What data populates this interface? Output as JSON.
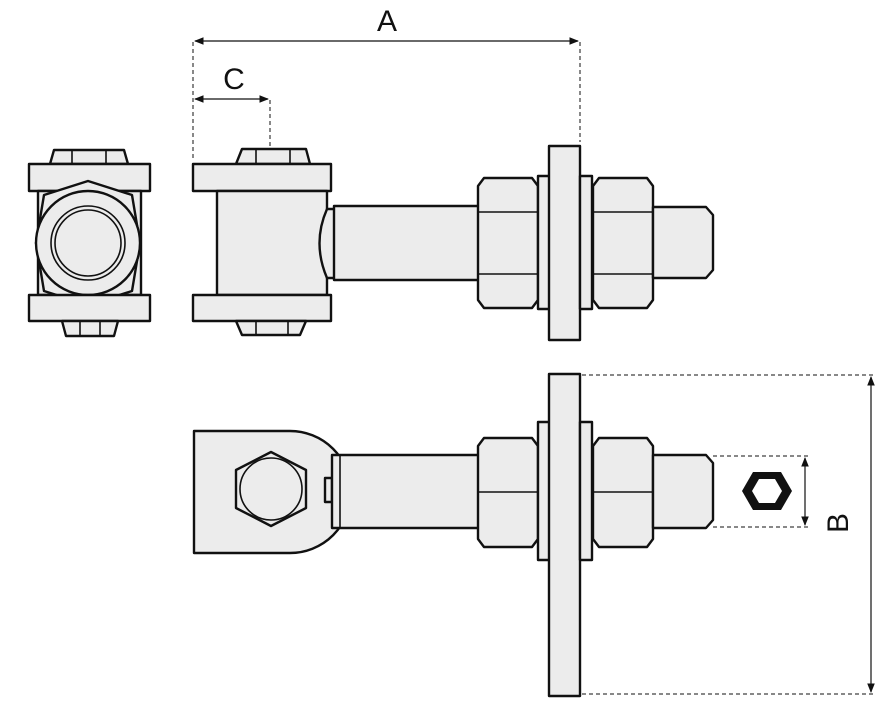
{
  "dimensions": {
    "a_label": "A",
    "b_label": "B",
    "c_label": "C"
  },
  "colors": {
    "line": "#111111",
    "fill": "#ececec",
    "background": "#ffffff"
  }
}
